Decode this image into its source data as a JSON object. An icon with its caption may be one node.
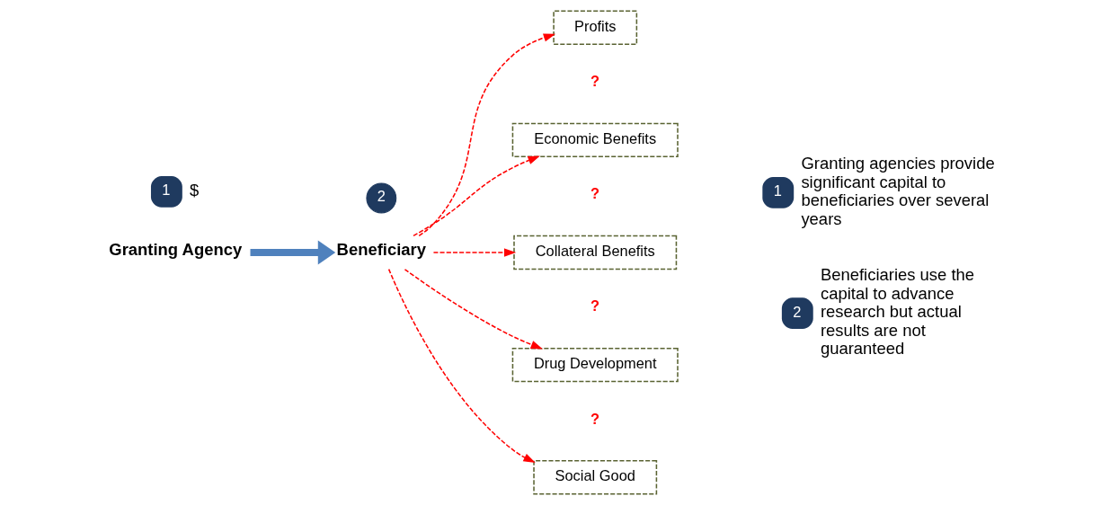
{
  "diagram": {
    "nodes": [
      {
        "text": [
          "Granting Agency"
        ]
      },
      {
        "text": [
          "Beneficiary"
        ]
      },
      {
        "text": [
          "Profits"
        ]
      },
      {
        "text": [
          "Economic Benefits"
        ]
      },
      {
        "text": [
          "Collateral Benefits"
        ]
      },
      {
        "text": [
          "Drug Development"
        ]
      },
      {
        "text": [
          "Social Good"
        ]
      },
      {
        "text": [
          "1"
        ],
        "beside": [
          "$"
        ]
      },
      {
        "text": [
          "2"
        ]
      },
      {
        "text": [
          "1"
        ],
        "beside": [
          "Granting agencies provide significant capital to beneficiaries over several years"
        ]
      },
      {
        "text": [
          "2"
        ],
        "beside": [
          "Beneficiaries use the capital to advance research but actual results are not guaranteed"
        ]
      }
    ],
    "edges": [
      {
        "from": 0,
        "to": 1,
        "arrow": "to",
        "style": "thick",
        "color": "#4f81bd"
      },
      {
        "from": 1,
        "to": 2,
        "arrow": "to",
        "style": "dashed"
      },
      {
        "from": 1,
        "to": 3,
        "arrow": "to",
        "style": "dashed"
      },
      {
        "from": 1,
        "to": 4,
        "arrow": "to",
        "style": "dashed"
      },
      {
        "from": 1,
        "to": 5,
        "arrow": "to",
        "style": "dashed"
      },
      {
        "from": 1,
        "to": 6,
        "arrow": "to",
        "style": "dashed"
      }
    ],
    "labels": [
      "?",
      "?",
      "?",
      "?"
    ]
  }
}
